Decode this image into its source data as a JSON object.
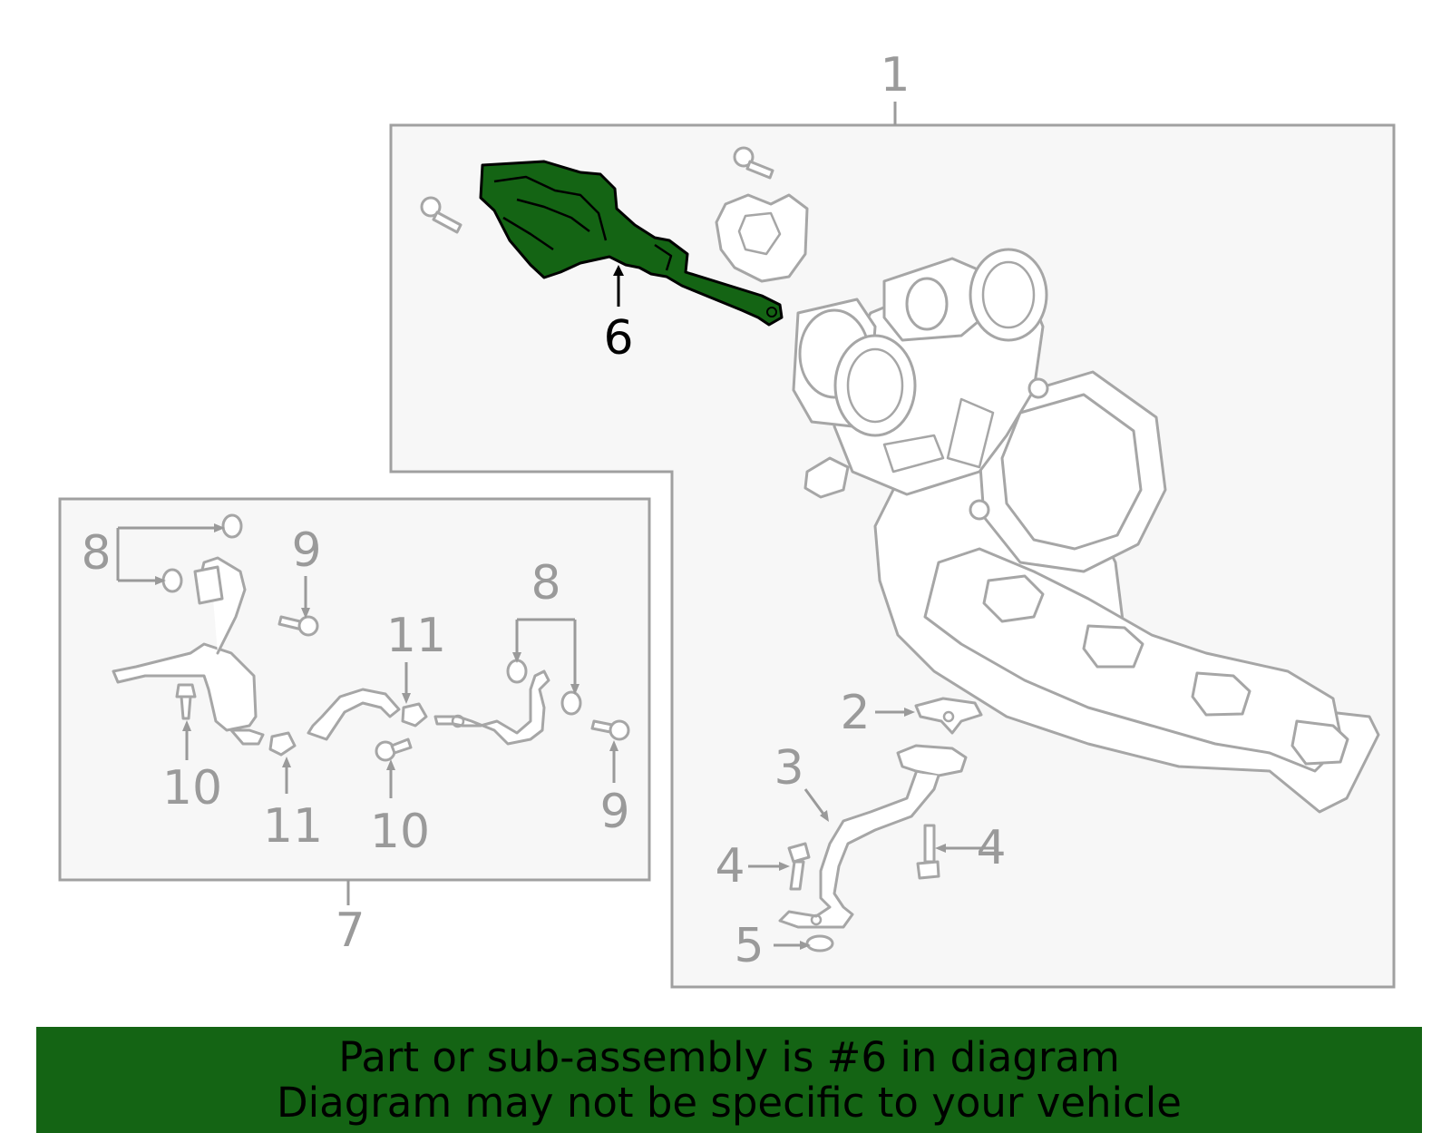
{
  "callouts": {
    "c1": "1",
    "c2": "2",
    "c3": "3",
    "c4a": "4",
    "c4b": "4",
    "c5": "5",
    "c6": "6",
    "c7": "7",
    "c8a": "8",
    "c8b": "8",
    "c9a": "9",
    "c9b": "9",
    "c10a": "10",
    "c10b": "10",
    "c11a": "11",
    "c11b": "11"
  },
  "highlighted_part": "6",
  "colors": {
    "highlight": "#146414",
    "outline": "#a6a6a6",
    "banner": "#146414",
    "panel": "#f7f7f7"
  },
  "banner": {
    "line1": "Part or sub-assembly is #6 in diagram",
    "line2": "Diagram may not be specific to your vehicle"
  }
}
